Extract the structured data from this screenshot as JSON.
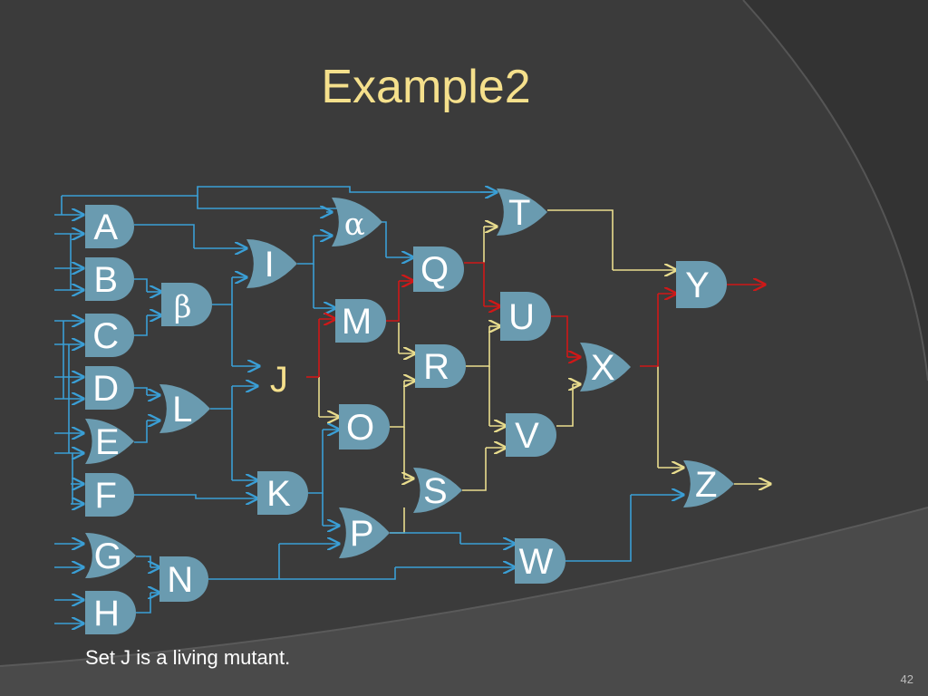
{
  "slide": {
    "title": "Example2",
    "caption": "Set J is a living mutant.",
    "page_number": "42"
  },
  "colors": {
    "background": "#3b3b3b",
    "gate_fill": "#6a9bb0",
    "title": "#f5e08c",
    "wire_blue": "#3a9fd6",
    "wire_yellow": "#e9dd8e",
    "wire_red": "#d01818",
    "highlight_label": "#f5e08c"
  },
  "gates": [
    {
      "id": "A",
      "label": "A",
      "kind": "and"
    },
    {
      "id": "B",
      "label": "B",
      "kind": "and"
    },
    {
      "id": "C",
      "label": "C",
      "kind": "and"
    },
    {
      "id": "D",
      "label": "D",
      "kind": "and"
    },
    {
      "id": "E",
      "label": "E",
      "kind": "or"
    },
    {
      "id": "F",
      "label": "F",
      "kind": "and"
    },
    {
      "id": "G",
      "label": "G",
      "kind": "or"
    },
    {
      "id": "H",
      "label": "H",
      "kind": "and"
    },
    {
      "id": "beta",
      "label": "β",
      "kind": "and"
    },
    {
      "id": "L",
      "label": "L",
      "kind": "or"
    },
    {
      "id": "N",
      "label": "N",
      "kind": "and"
    },
    {
      "id": "I",
      "label": "I",
      "kind": "or"
    },
    {
      "id": "J",
      "label": "J",
      "kind": "none",
      "highlight": true
    },
    {
      "id": "K",
      "label": "K",
      "kind": "and"
    },
    {
      "id": "alpha",
      "label": "α",
      "kind": "or"
    },
    {
      "id": "M",
      "label": "M",
      "kind": "and"
    },
    {
      "id": "O",
      "label": "O",
      "kind": "and"
    },
    {
      "id": "P",
      "label": "P",
      "kind": "or"
    },
    {
      "id": "Q",
      "label": "Q",
      "kind": "and"
    },
    {
      "id": "R",
      "label": "R",
      "kind": "and"
    },
    {
      "id": "S",
      "label": "S",
      "kind": "or"
    },
    {
      "id": "T",
      "label": "T",
      "kind": "or"
    },
    {
      "id": "U",
      "label": "U",
      "kind": "and"
    },
    {
      "id": "V",
      "label": "V",
      "kind": "and"
    },
    {
      "id": "W",
      "label": "W",
      "kind": "and"
    },
    {
      "id": "X",
      "label": "X",
      "kind": "or"
    },
    {
      "id": "Y",
      "label": "Y",
      "kind": "and"
    },
    {
      "id": "Z",
      "label": "Z",
      "kind": "or"
    }
  ]
}
